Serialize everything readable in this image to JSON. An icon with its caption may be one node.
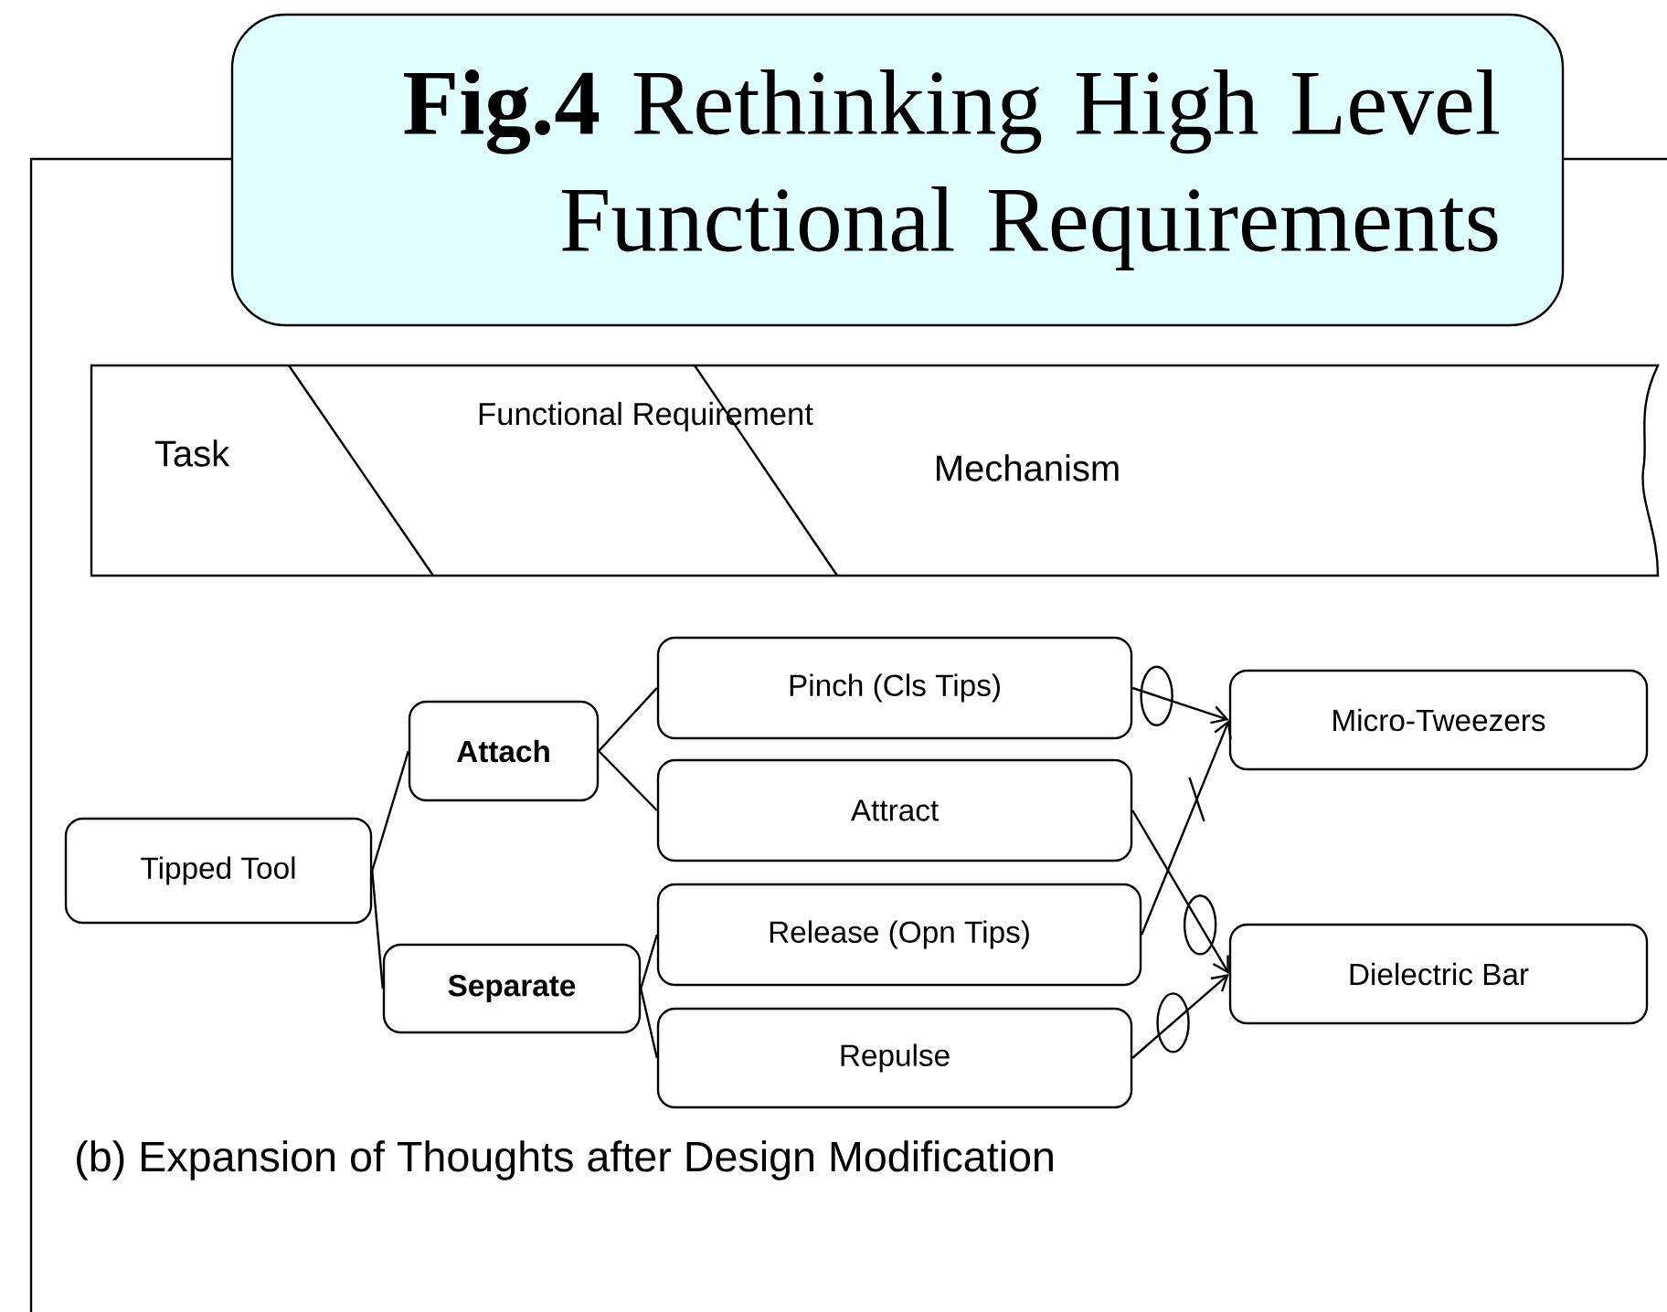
{
  "diagram": {
    "title": "**Fig.4** Rethinking High Level Functional Requirements",
    "caption": "(b) Expansion of Thoughts after Design Modification",
    "nodes": [
      {
        "text": [
          "Task",
          "Functional Requirement",
          "Mechanism"
        ]
      },
      {
        "text": [
          "Tipped Tool"
        ]
      },
      {
        "text": [
          "Attach"
        ]
      },
      {
        "text": [
          "Separate"
        ]
      },
      {
        "text": [
          "Pinch (Cls Tips)"
        ]
      },
      {
        "text": [
          "Attract"
        ]
      },
      {
        "text": [
          "Release (Opn Tips)"
        ]
      },
      {
        "text": [
          "Repulse"
        ]
      },
      {
        "text": [
          "Micro-Tweezers"
        ]
      },
      {
        "text": [
          "Dielectric Bar"
        ]
      }
    ],
    "edges": [
      {
        "from": 1,
        "to": 2,
        "arrow": "none"
      },
      {
        "from": 1,
        "to": 3,
        "arrow": "none"
      },
      {
        "from": 2,
        "to": 4,
        "arrow": "none"
      },
      {
        "from": 2,
        "to": 5,
        "arrow": "none"
      },
      {
        "from": 3,
        "to": 6,
        "arrow": "none"
      },
      {
        "from": 3,
        "to": 7,
        "arrow": "none"
      },
      {
        "from": 4,
        "to": 8,
        "arrow": "to"
      },
      {
        "from": 5,
        "to": 9,
        "arrow": "to"
      },
      {
        "from": 6,
        "to": 8,
        "arrow": "to"
      },
      {
        "from": 7,
        "to": 9,
        "arrow": "to"
      }
    ]
  }
}
